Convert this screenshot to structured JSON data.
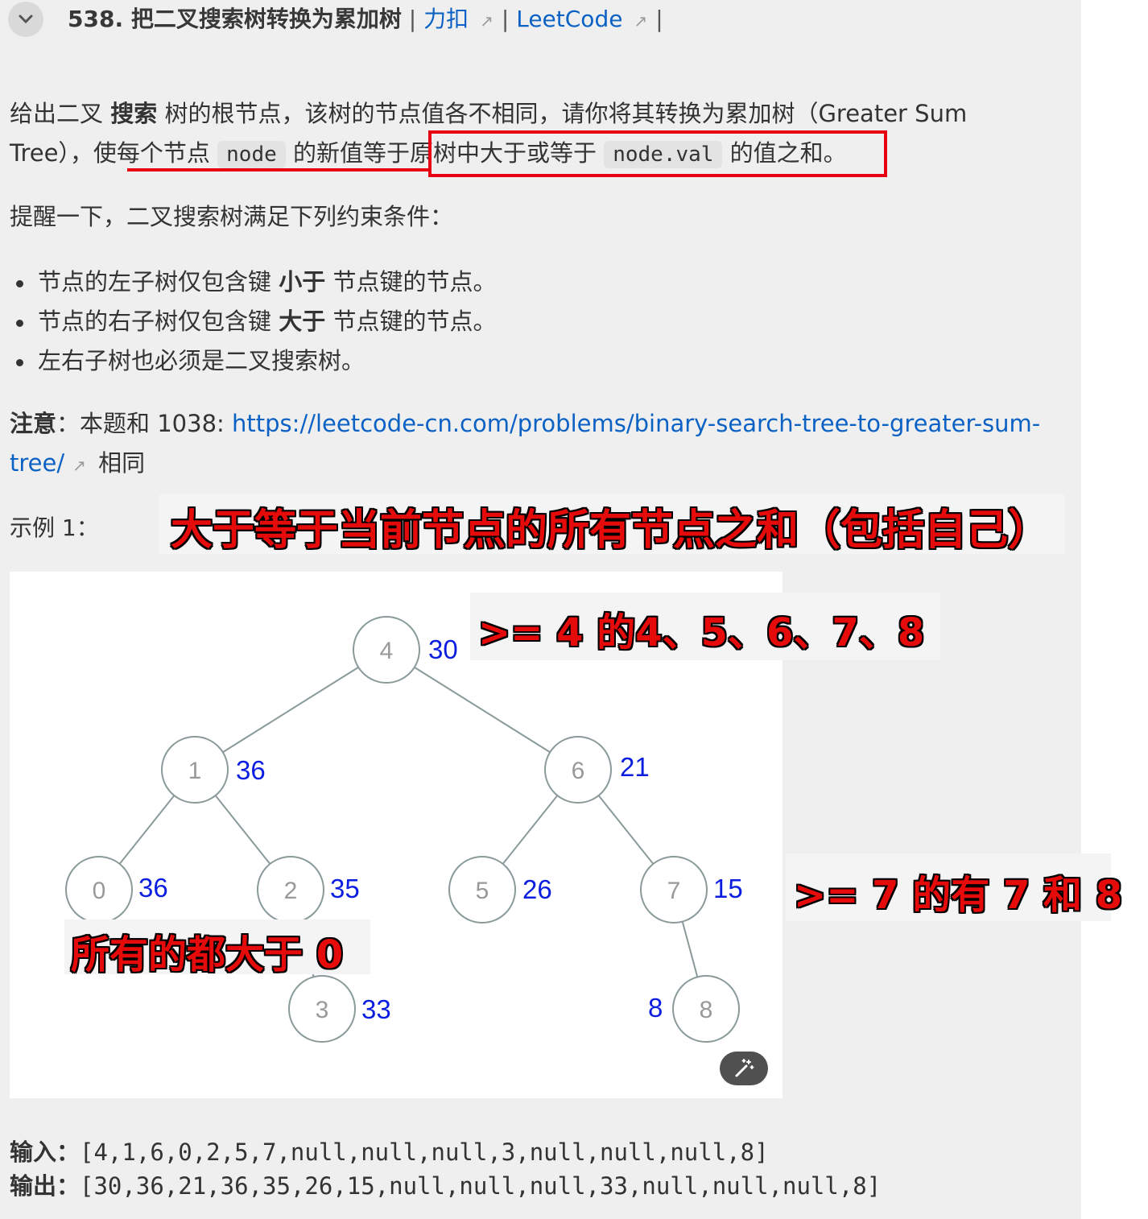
{
  "header": {
    "title": "538. 把二叉搜索树转换为累加树",
    "sep": "|",
    "link1": "力扣",
    "link2": "LeetCode",
    "ext_icon": "↗"
  },
  "description": {
    "p1_a": "给出二叉 ",
    "p1_b": "搜索",
    "p1_c": " 树的根节点，该树的节点值各不相同，请你将其转换为累加树（Greater Sum",
    "p2_a": "Tree），使每个节点 ",
    "p2_code1": "node",
    "p2_b": " 的新值等于原树中大于或等于 ",
    "p2_code2": "node.val",
    "p2_c": " 的值之和。",
    "reminder": "提醒一下，二叉搜索树满足下列约束条件：",
    "items": [
      {
        "a": "节点的左子树仅包含键 ",
        "b": "小于",
        "c": " 节点键的节点。"
      },
      {
        "a": "节点的右子树仅包含键 ",
        "b": "大于",
        "c": " 节点键的节点。"
      },
      {
        "a": "左右子树也必须是二叉搜索树。",
        "b": "",
        "c": ""
      }
    ],
    "note_label": "注意",
    "note_text": "：本题和 1038: ",
    "note_link1": "https://leetcode-cn.com/problems/binary-search-tree-to-greater-sum-",
    "note_link2": "tree/",
    "note_tail": " 相同",
    "example_label": "示例 1："
  },
  "annotations": {
    "top": "大于等于当前节点的所有节点之和（包括自己）",
    "ge4": ">= 4 的4、5、6、7、8",
    "ge7": ">= 7 的有 7 和 8",
    "all0": "所有的都大于 0"
  },
  "tree": {
    "nodes": [
      {
        "val": "4",
        "sum": "30"
      },
      {
        "val": "1",
        "sum": "36"
      },
      {
        "val": "6",
        "sum": "21"
      },
      {
        "val": "0",
        "sum": "36"
      },
      {
        "val": "2",
        "sum": "35"
      },
      {
        "val": "5",
        "sum": "26"
      },
      {
        "val": "7",
        "sum": "15"
      },
      {
        "val": "3",
        "sum": "33"
      },
      {
        "val": "8",
        "sum": "8"
      }
    ],
    "node_color": "#999999",
    "sum_color": "#0b1ee0"
  },
  "io": {
    "input_label": "输入：",
    "input_value": "[4,1,6,0,2,5,7,null,null,null,3,null,null,null,8]",
    "output_label": "输出：",
    "output_value": "[30,36,21,36,35,26,15,null,null,null,33,null,null,null,8]"
  },
  "icons": {
    "collapse": "chevron-down-icon",
    "external": "external-link-icon",
    "wand": "magic-wand-icon"
  },
  "colors": {
    "link": "#0b62c4",
    "highlight": "#e60012",
    "annotation": "#e60b0b"
  }
}
